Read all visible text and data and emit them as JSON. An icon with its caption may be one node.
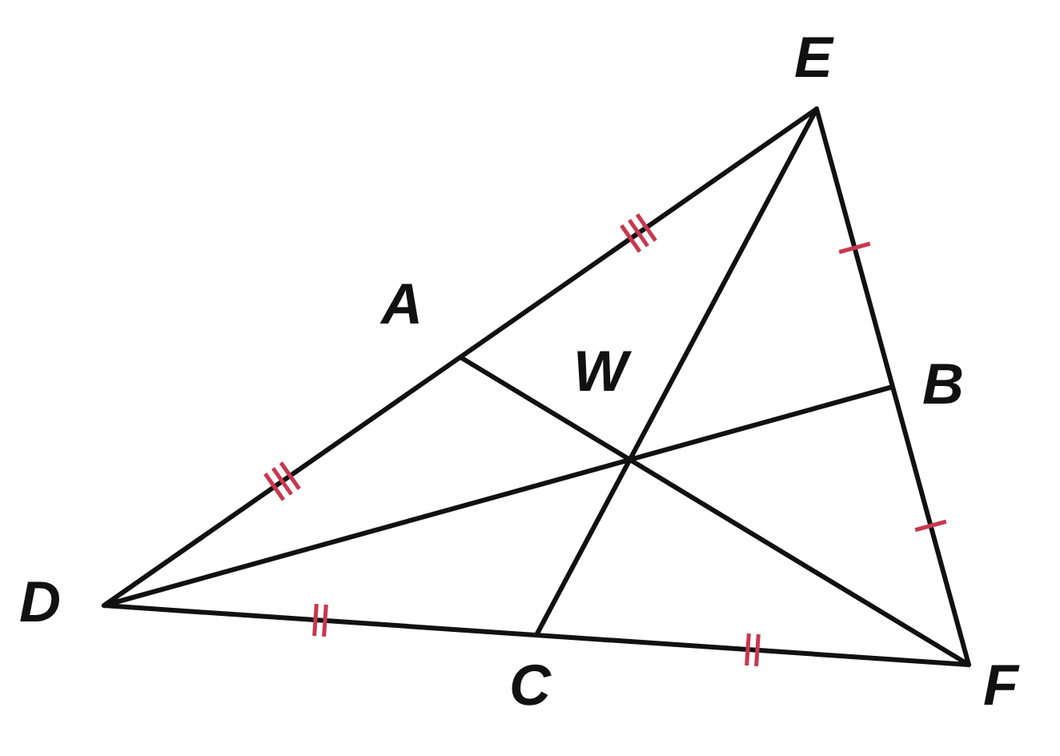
{
  "diagram": {
    "labels": [
      "E",
      "A",
      "W",
      "B",
      "D",
      "C",
      "F"
    ]
  }
}
